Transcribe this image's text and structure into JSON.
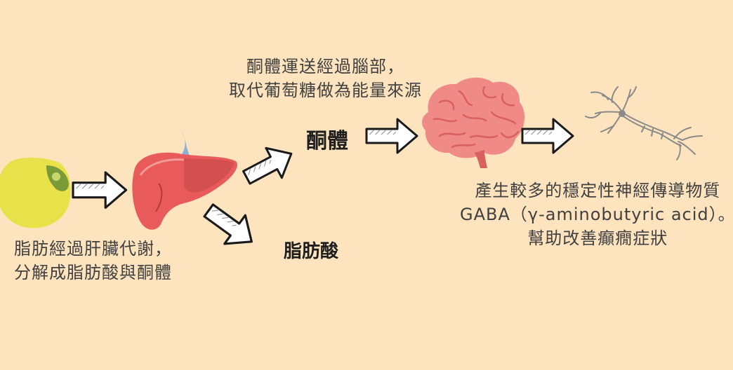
{
  "captions": {
    "fat_line1": "脂肪經過肝臟代謝，",
    "fat_line2": "分解成脂肪酸與酮體",
    "ketone_line1": "酮體運送經過腦部，",
    "ketone_line2": "取代葡萄糖做為能量來源",
    "brain_line1": "產生較多的穩定性神經傳導物質",
    "brain_line2": "GABA（γ-aminobutyric acid）。",
    "brain_line3": "幫助改善癲癇症狀"
  },
  "labels": {
    "ketone": "酮體",
    "fatty_acid": "脂肪酸"
  },
  "colors": {
    "background": "#fde4bf",
    "fat_cell": "#e8e24a",
    "liver": "#e95b5b",
    "brain": "#ef8a86",
    "neuron": "#8a8a8a"
  }
}
